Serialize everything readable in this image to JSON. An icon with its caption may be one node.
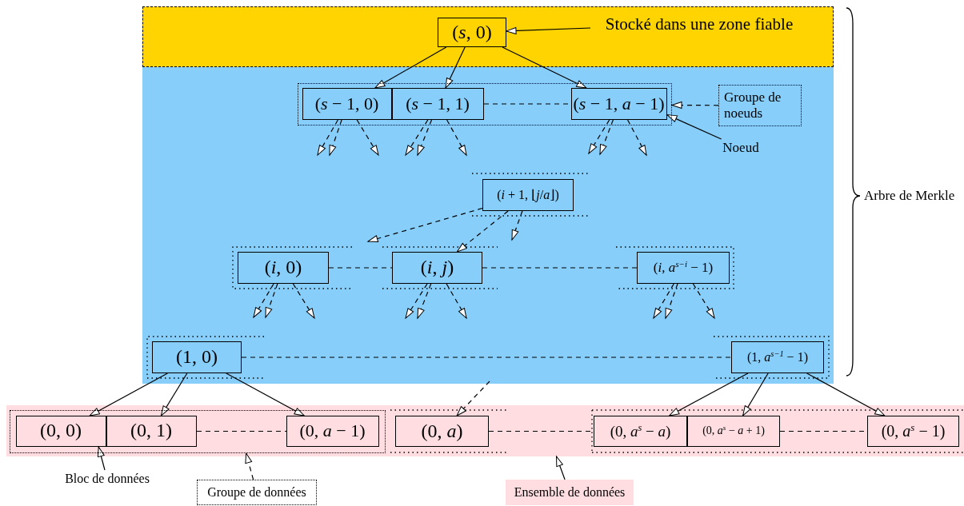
{
  "diagram": {
    "nodes": [
      {
        "text": [
          "(*s*, 0)"
        ]
      },
      {
        "text": [
          "Stocké dans une zone fiable"
        ]
      },
      {
        "text": [],
        "shape": "box"
      },
      {
        "text": [
          "(*s* − 1, 0)"
        ],
        "in": 2
      },
      {
        "text": [
          "(*s* − 1, 1)"
        ],
        "in": 2
      },
      {
        "text": [
          "(*s* − 1, *a* − 1)"
        ],
        "in": 2
      },
      {
        "text": [
          "Groupe de noeuds"
        ]
      },
      {
        "text": [
          "Noeud"
        ]
      },
      {
        "text": [
          "(*i* + 1, ⌊*j*/*a*⌋)"
        ]
      },
      {
        "text": [
          "(*i*, 0)"
        ]
      },
      {
        "text": [
          "(*i*, *j*)"
        ]
      },
      {
        "text": [
          "(*i*, *a*$^{s−i}$ − 1)"
        ]
      },
      {
        "text": [
          "(1, 0)"
        ]
      },
      {
        "text": [
          "(1, *a*$^{s−1}$ − 1)"
        ]
      },
      {
        "text": [],
        "shape": "bar"
      },
      {
        "text": [],
        "shape": "box",
        "in": 14
      },
      {
        "text": [
          "(0, 0)"
        ],
        "in": 15
      },
      {
        "text": [
          "(0, 1)"
        ],
        "in": 15
      },
      {
        "text": [
          "(0, *a* − 1)"
        ],
        "in": 15
      },
      {
        "text": [
          "(0, *a*)"
        ],
        "in": 14
      },
      {
        "text": [
          "(0, *a*$^{s}$ − *a*)"
        ],
        "in": 14
      },
      {
        "text": [
          "(0, *a*$^{s}$ − *a* + 1)"
        ],
        "in": 14
      },
      {
        "text": [
          "(0, *a*$^{s}$ − 1)"
        ],
        "in": 14
      },
      {
        "text": [
          "Bloc de données"
        ]
      },
      {
        "text": [
          "Groupe de données"
        ]
      },
      {
        "text": [
          "Ensemble de données"
        ]
      }
    ],
    "edges": [
      {
        "from": 0,
        "to": 3,
        "arrow": "to"
      },
      {
        "from": 0,
        "to": 4,
        "arrow": "to"
      },
      {
        "from": 0,
        "to": 5,
        "arrow": "to"
      },
      {
        "from": 1,
        "to": 0,
        "arrow": "to"
      },
      {
        "from": 4,
        "to": 5,
        "arrow": "none",
        "style": "dashed"
      },
      {
        "from": 6,
        "to": 2,
        "arrow": "to",
        "style": "dashed"
      },
      {
        "from": 7,
        "to": 5,
        "arrow": "to"
      },
      {
        "from": 3,
        "to": null,
        "arrow": "to",
        "style": "dashed"
      },
      {
        "from": 3,
        "to": null,
        "arrow": "to",
        "style": "dashed"
      },
      {
        "from": 3,
        "to": null,
        "arrow": "to",
        "style": "dashed"
      },
      {
        "from": 4,
        "to": null,
        "arrow": "to",
        "style": "dashed"
      },
      {
        "from": 4,
        "to": null,
        "arrow": "to",
        "style": "dashed"
      },
      {
        "from": 4,
        "to": null,
        "arrow": "to",
        "style": "dashed"
      },
      {
        "from": 5,
        "to": null,
        "arrow": "to",
        "style": "dashed"
      },
      {
        "from": 5,
        "to": null,
        "arrow": "to",
        "style": "dashed"
      },
      {
        "from": 5,
        "to": null,
        "arrow": "to",
        "style": "dashed"
      },
      {
        "from": 8,
        "to": null,
        "arrow": "to",
        "style": "dashed"
      },
      {
        "from": 8,
        "to": 10,
        "arrow": "to",
        "style": "dashed"
      },
      {
        "from": 8,
        "to": null,
        "arrow": "to",
        "style": "dashed"
      },
      {
        "from": 9,
        "to": 10,
        "arrow": "none",
        "style": "dashed"
      },
      {
        "from": 10,
        "to": 11,
        "arrow": "none",
        "style": "dashed"
      },
      {
        "from": 9,
        "to": null,
        "arrow": "to",
        "style": "dashed"
      },
      {
        "from": 9,
        "to": null,
        "arrow": "to",
        "style": "dashed"
      },
      {
        "from": 9,
        "to": null,
        "arrow": "to",
        "style": "dashed"
      },
      {
        "from": 10,
        "to": null,
        "arrow": "to",
        "style": "dashed"
      },
      {
        "from": 10,
        "to": null,
        "arrow": "to",
        "style": "dashed"
      },
      {
        "from": 10,
        "to": null,
        "arrow": "to",
        "style": "dashed"
      },
      {
        "from": 11,
        "to": null,
        "arrow": "to",
        "style": "dashed"
      },
      {
        "from": 11,
        "to": null,
        "arrow": "to",
        "style": "dashed"
      },
      {
        "from": 11,
        "to": null,
        "arrow": "to",
        "style": "dashed"
      },
      {
        "from": 12,
        "to": 13,
        "arrow": "none",
        "style": "dashed"
      },
      {
        "from": 12,
        "to": 16,
        "arrow": "to"
      },
      {
        "from": 12,
        "to": 17,
        "arrow": "to"
      },
      {
        "from": 12,
        "to": 18,
        "arrow": "to"
      },
      {
        "from": 13,
        "to": 20,
        "arrow": "to"
      },
      {
        "from": 13,
        "to": 21,
        "arrow": "to"
      },
      {
        "from": 13,
        "to": 22,
        "arrow": "to"
      },
      {
        "from": null,
        "to": 19,
        "arrow": "to",
        "style": "dashed"
      },
      {
        "from": 17,
        "to": 18,
        "arrow": "none",
        "style": "dashed"
      },
      {
        "from": 19,
        "to": 20,
        "arrow": "none",
        "style": "dashed"
      },
      {
        "from": 21,
        "to": 22,
        "arrow": "none",
        "style": "dashed"
      },
      {
        "from": 23,
        "to": 16,
        "arrow": "to"
      },
      {
        "from": 24,
        "to": 15,
        "arrow": "to",
        "style": "dashed"
      },
      {
        "from": 25,
        "to": 14,
        "arrow": "to"
      }
    ],
    "labels": [
      "Arbre de Merkle"
    ]
  }
}
